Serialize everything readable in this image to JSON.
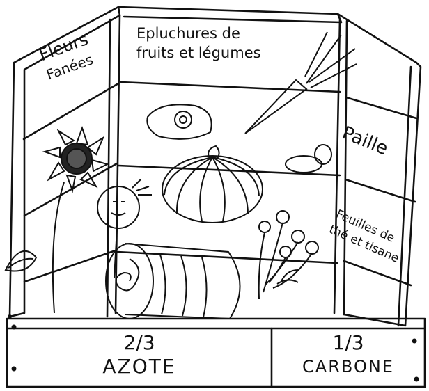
{
  "labels": {
    "left_panel": [
      "Fleurs",
      "Fanées"
    ],
    "back_panel": [
      "Epluchures de",
      "fruits et légumes"
    ],
    "right_panel_top": "Paille",
    "right_panel_bottom": [
      "Feuilles de",
      "thé et tisane"
    ]
  },
  "plaques": {
    "left": {
      "ratio": "2/3",
      "name": "AZOTE"
    },
    "right": {
      "ratio": "1/3",
      "name": "CARBONE"
    }
  },
  "icons": [
    "sunflower-icon",
    "leaf-icon",
    "cabbage-icon",
    "pumpkin-icon",
    "carrot-icon",
    "potatoes-icon",
    "dandelion-icon",
    "hay-bale-icon",
    "chamomile-icon"
  ]
}
